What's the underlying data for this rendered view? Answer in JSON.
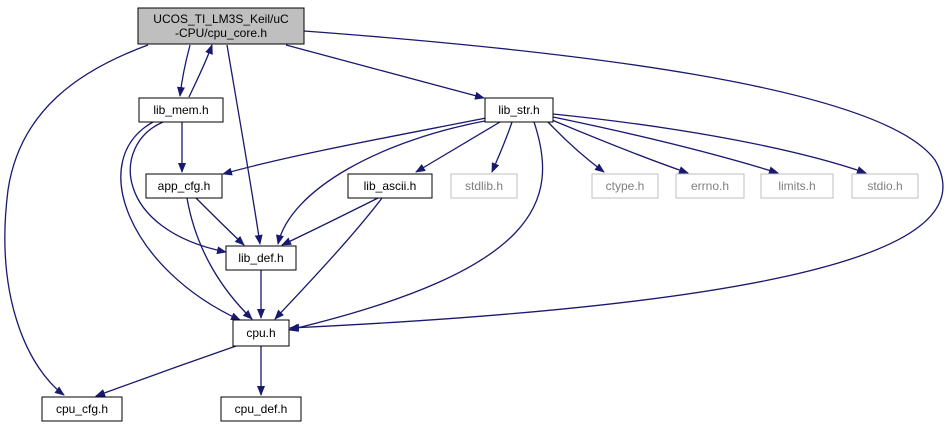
{
  "diagram": {
    "nodes": [
      {
        "id": "root",
        "lines": [
          "UCOS_TI_LM3S_Keil/uC",
          "-CPU/cpu_core.h"
        ],
        "style": "root"
      },
      {
        "id": "lib_mem",
        "lines": [
          "lib_mem.h"
        ],
        "style": "normal"
      },
      {
        "id": "lib_str",
        "lines": [
          "lib_str.h"
        ],
        "style": "normal"
      },
      {
        "id": "app_cfg",
        "lines": [
          "app_cfg.h"
        ],
        "style": "normal"
      },
      {
        "id": "lib_ascii",
        "lines": [
          "lib_ascii.h"
        ],
        "style": "normal"
      },
      {
        "id": "stdlib",
        "lines": [
          "stdlib.h"
        ],
        "style": "external"
      },
      {
        "id": "ctype",
        "lines": [
          "ctype.h"
        ],
        "style": "external"
      },
      {
        "id": "errno",
        "lines": [
          "errno.h"
        ],
        "style": "external"
      },
      {
        "id": "limits",
        "lines": [
          "limits.h"
        ],
        "style": "external"
      },
      {
        "id": "stdio",
        "lines": [
          "stdio.h"
        ],
        "style": "external"
      },
      {
        "id": "lib_def",
        "lines": [
          "lib_def.h"
        ],
        "style": "normal"
      },
      {
        "id": "cpu",
        "lines": [
          "cpu.h"
        ],
        "style": "normal"
      },
      {
        "id": "cpu_cfg",
        "lines": [
          "cpu_cfg.h"
        ],
        "style": "normal"
      },
      {
        "id": "cpu_def",
        "lines": [
          "cpu_def.h"
        ],
        "style": "normal"
      }
    ],
    "edges": [
      {
        "from": "root",
        "to": "lib_mem"
      },
      {
        "from": "lib_mem",
        "to": "root"
      },
      {
        "from": "root",
        "to": "lib_str"
      },
      {
        "from": "root",
        "to": "lib_def"
      },
      {
        "from": "root",
        "to": "cpu"
      },
      {
        "from": "root",
        "to": "cpu_cfg"
      },
      {
        "from": "lib_mem",
        "to": "app_cfg"
      },
      {
        "from": "lib_mem",
        "to": "lib_def"
      },
      {
        "from": "lib_mem",
        "to": "cpu"
      },
      {
        "from": "lib_str",
        "to": "app_cfg"
      },
      {
        "from": "lib_str",
        "to": "lib_def"
      },
      {
        "from": "lib_str",
        "to": "lib_ascii"
      },
      {
        "from": "lib_str",
        "to": "stdlib"
      },
      {
        "from": "lib_str",
        "to": "ctype"
      },
      {
        "from": "lib_str",
        "to": "errno"
      },
      {
        "from": "lib_str",
        "to": "limits"
      },
      {
        "from": "lib_str",
        "to": "stdio"
      },
      {
        "from": "lib_str",
        "to": "cpu"
      },
      {
        "from": "app_cfg",
        "to": "lib_def"
      },
      {
        "from": "app_cfg",
        "to": "cpu"
      },
      {
        "from": "lib_ascii",
        "to": "lib_def"
      },
      {
        "from": "lib_ascii",
        "to": "cpu"
      },
      {
        "from": "lib_def",
        "to": "cpu"
      },
      {
        "from": "cpu",
        "to": "cpu_cfg"
      },
      {
        "from": "cpu",
        "to": "cpu_def"
      }
    ],
    "colors": {
      "edge": "#191970",
      "root_fill": "#bfbfbf",
      "normal_fill": "#ffffff",
      "node_border": "#000000",
      "external_border": "#bfbfbf",
      "external_text": "#7f7f7f",
      "text": "#000000"
    }
  }
}
